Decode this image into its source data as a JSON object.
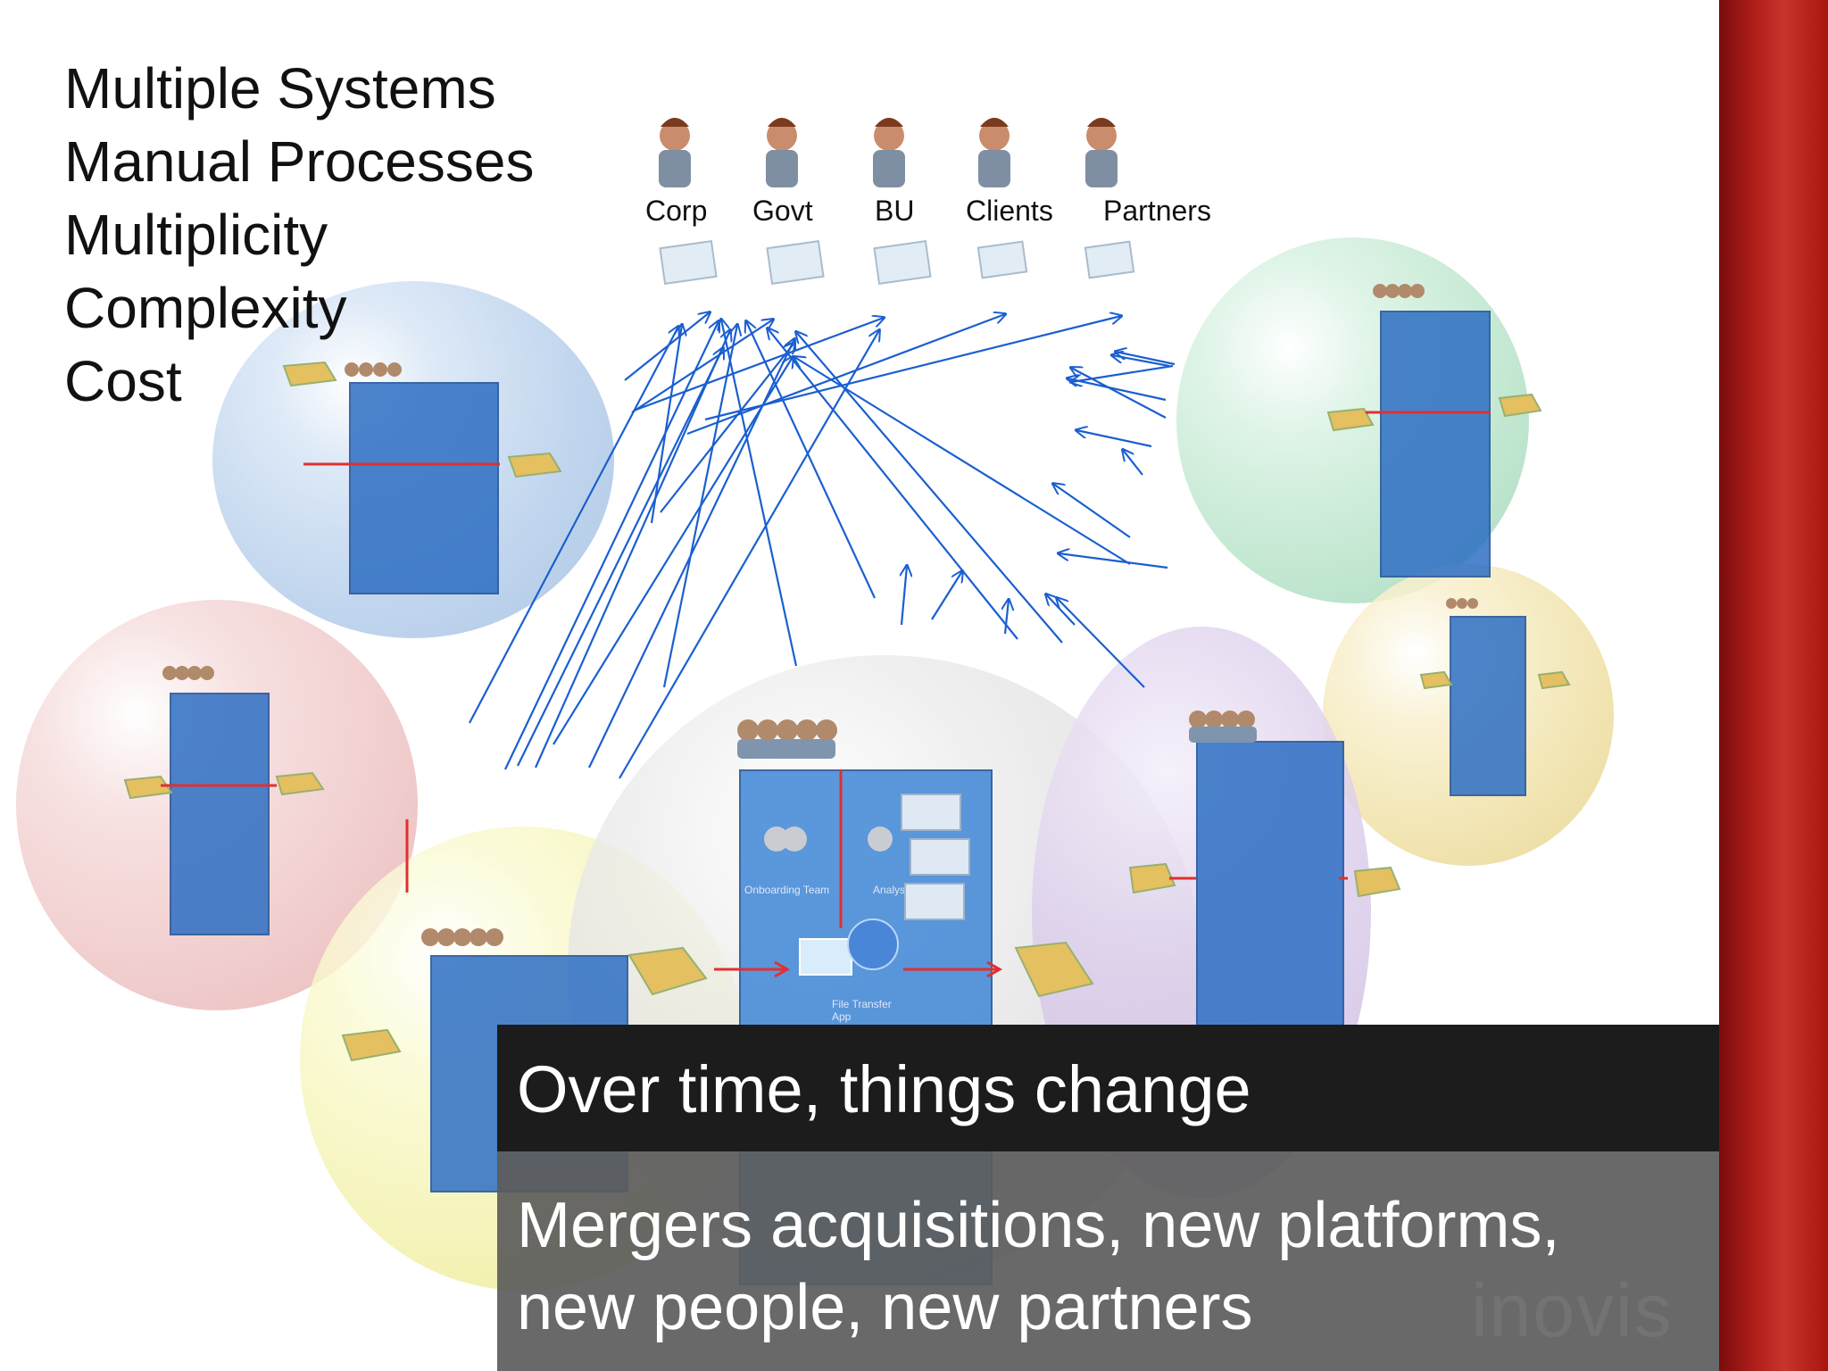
{
  "bullets": [
    "Multiple Systems",
    "Manual Processes",
    "Multiplicity",
    "Complexity",
    "Cost"
  ],
  "stakeholders": [
    "Corp",
    "Govt",
    "BU",
    "Clients",
    "Partners"
  ],
  "panel_labels": {
    "onboarding": "Onboarding Team",
    "analyst": "Analyst",
    "file_transfer": "File Transfer App"
  },
  "caption": {
    "title": "Over time,  things change",
    "line1": "Mergers acquisitions, new platforms,",
    "line2": "new people, new partners"
  },
  "logo": "inovis",
  "colors": {
    "arrow": "#1a5fd0",
    "panel": "#2e6fc4",
    "red_band": "#b3201b",
    "flow_arrow": "#e03030"
  },
  "icons": [
    "person-icon",
    "documents-icon",
    "folder-icon",
    "computer-icon",
    "globe-icon",
    "server-icon"
  ]
}
